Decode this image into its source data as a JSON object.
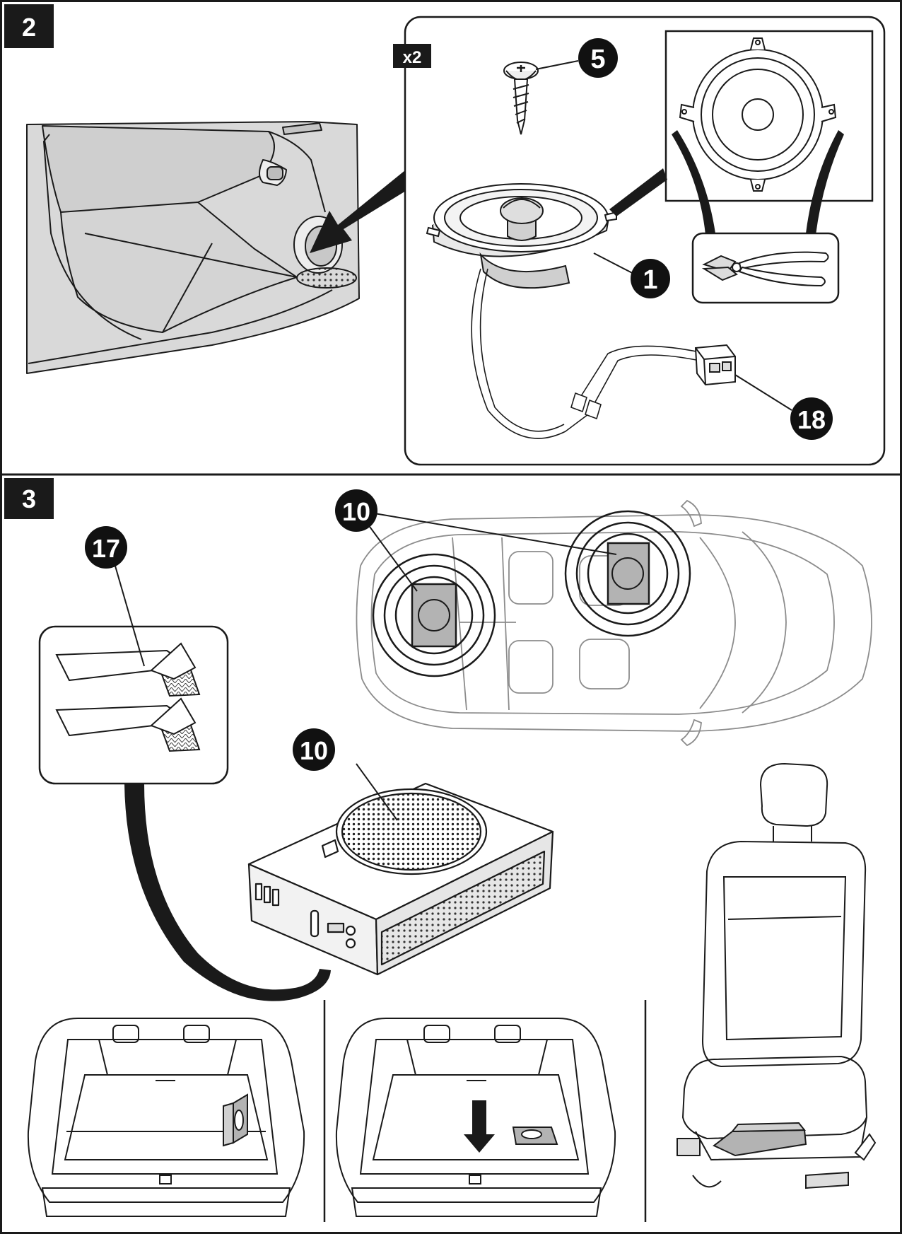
{
  "steps": {
    "two": {
      "number": "2",
      "multiplier": "x2"
    },
    "three": {
      "number": "3"
    }
  },
  "callouts": {
    "screw": "5",
    "speaker": "1",
    "connector": "18",
    "tape": "17",
    "car_subwoofer": "10",
    "subwoofer_box": "10"
  },
  "colors": {
    "line": "#1a1a1a",
    "panel_fill": "#d9d9d9",
    "callout_fill": "#111111",
    "sub_mark_fill": "#b3b3b3",
    "background": "#ffffff"
  },
  "icons": [
    "screw-icon",
    "speaker-icon",
    "pliers-icon",
    "connector-icon",
    "tape-icon",
    "subwoofer-icon",
    "car-top-icon",
    "trunk-icon",
    "seat-icon",
    "arrow-icon"
  ]
}
